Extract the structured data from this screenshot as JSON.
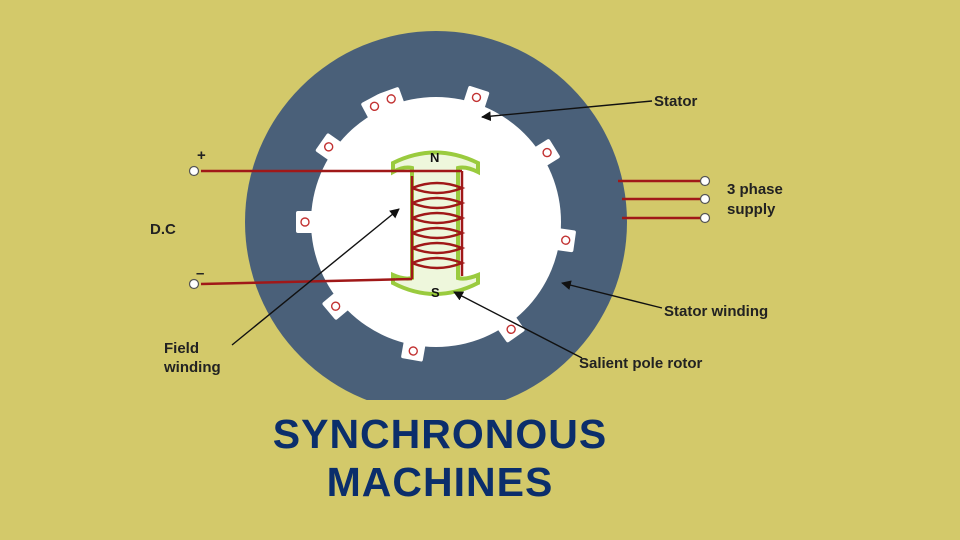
{
  "diagram": {
    "labels": {
      "stator": "Stator",
      "three_phase": "3 phase",
      "supply": "supply",
      "dc": "D.C",
      "plus": "+",
      "minus": "–",
      "stator_winding": "Stator winding",
      "field": "Field",
      "winding": "winding",
      "salient_pole_rotor": "Salient pole rotor",
      "north": "N",
      "south": "S"
    },
    "colors": {
      "background": "#d3c96a",
      "stator": "#4a6079",
      "rotor": "#ffffff",
      "pole": "#9acb3e",
      "winding": "#a01818",
      "title": "#0b2e6b"
    }
  },
  "title": {
    "line1": "SYNCHRONOUS",
    "line2": "MACHINES"
  }
}
